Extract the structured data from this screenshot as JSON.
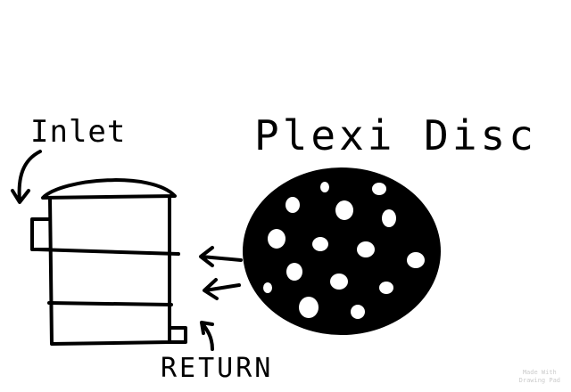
{
  "labels": {
    "inlet": "Inlet",
    "plexi_disc": "Plexi Disc",
    "return": "RETURN"
  },
  "watermark": {
    "line1": "Made With",
    "line2": "Drawing Pad"
  },
  "colors": {
    "ink": "#000000",
    "background": "#ffffff"
  }
}
